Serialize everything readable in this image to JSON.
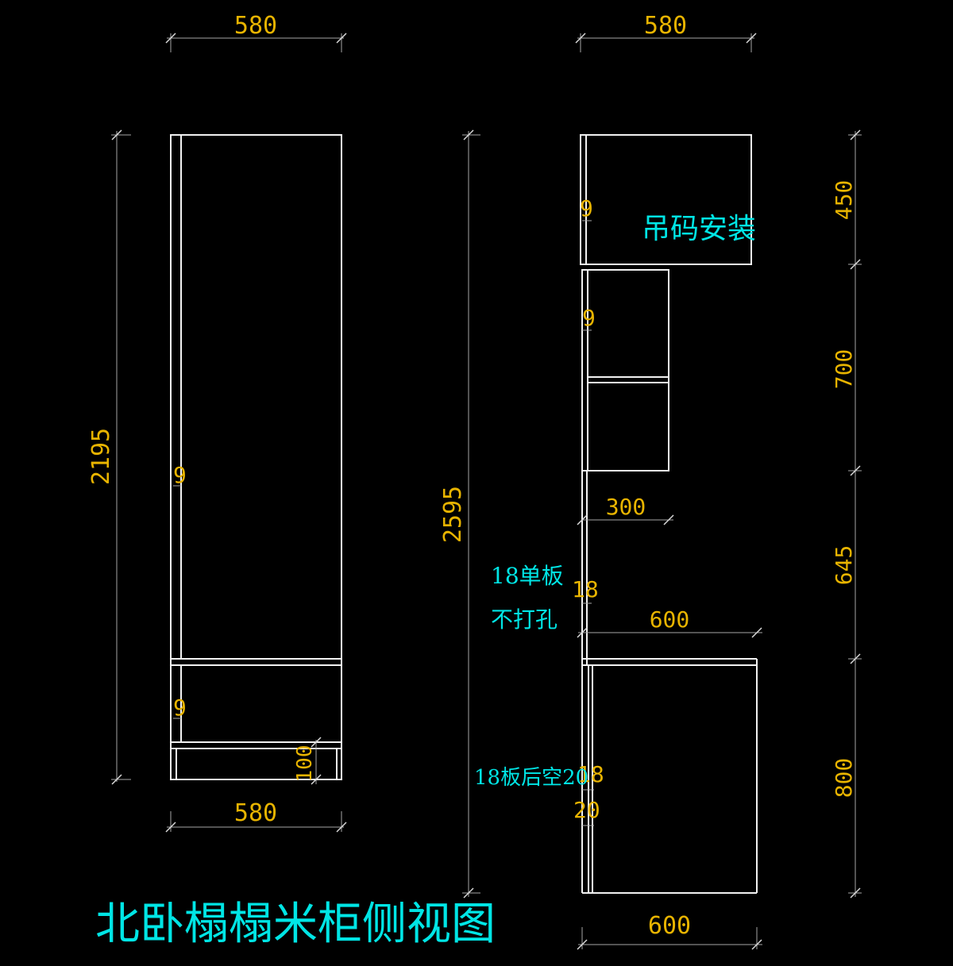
{
  "title": "北卧榻榻米柜侧视图",
  "colors": {
    "background": "#000000",
    "outline": "#f2f2f2",
    "dimension_text": "#e8b400",
    "annotation_text": "#00e5e5",
    "dimension_line": "#a6a6a6"
  },
  "left_view": {
    "top_width": "580",
    "bottom_width": "580",
    "height": "2195",
    "plinth_height": "100",
    "hinge_upper": "9",
    "hinge_lower": "9"
  },
  "right_view": {
    "top_width": "580",
    "total_height": "2595",
    "seg_top": "450",
    "seg_mid": "700",
    "seg_open": "645",
    "seg_bottom": "800",
    "shelf_depth": "300",
    "desk_width": "600",
    "base_width": "600",
    "hinge_top": "9",
    "hinge_mid": "9",
    "panel_18_upper": "18",
    "panel_18_lower": "18",
    "gap_20": "20",
    "note_hanging": "吊码安装",
    "note_single_panel_1": "18单板",
    "note_single_panel_2": "不打孔",
    "note_back_gap": "18板后空20"
  }
}
